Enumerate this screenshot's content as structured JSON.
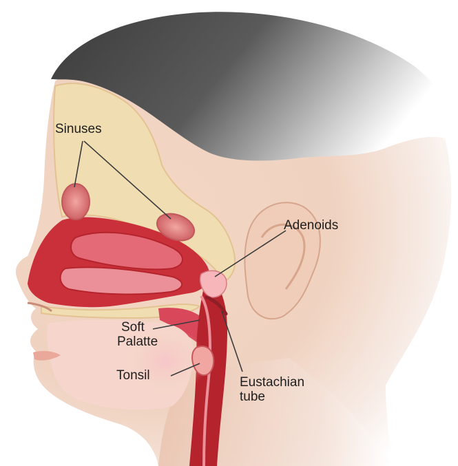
{
  "labels": {
    "sinuses": "Sinuses",
    "adenoids": "Adenoids",
    "soft_palate_line1": "Soft",
    "soft_palate_line2": "Palatte",
    "tonsil": "Tonsil",
    "eustachian_line1": "Eustachian",
    "eustachian_line2": "tube"
  },
  "colors": {
    "hair": "#3a3a3a",
    "skin": "#f2d3bf",
    "skin_shadow": "#e3b49c",
    "bone": "#f1ddb2",
    "tissue_dark": "#b5242c",
    "tissue_mid": "#d9485a",
    "tissue_light": "#eb8f98",
    "mucosa_pink": "#f6b6ba",
    "leader_line": "#3c3c3c"
  }
}
